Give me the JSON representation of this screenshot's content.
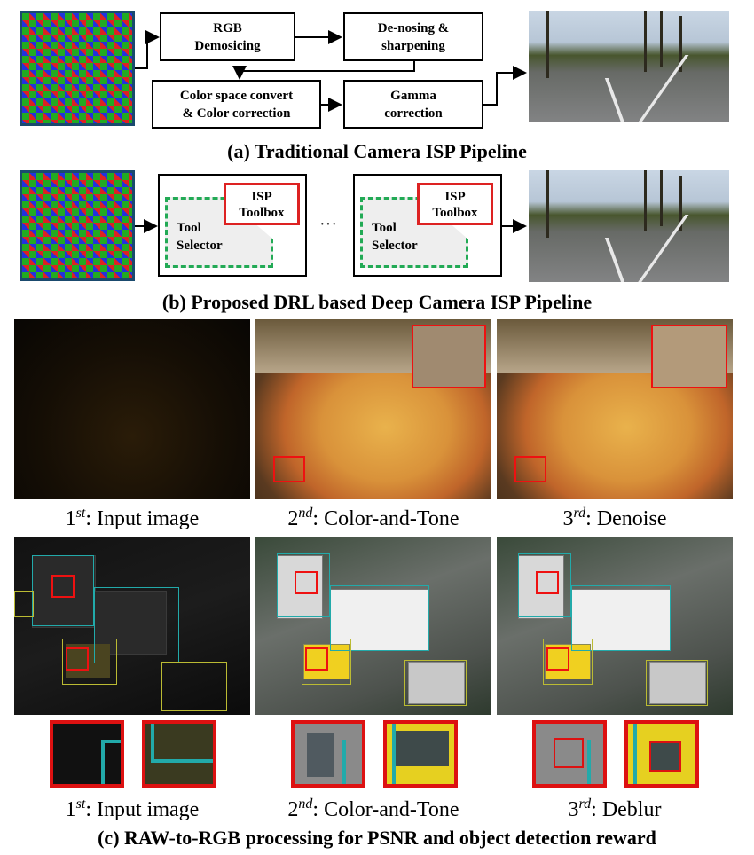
{
  "section_a": {
    "caption": "(a) Traditional Camera ISP Pipeline",
    "boxes": {
      "rgb_demosicing": "RGB\nDemosicing",
      "denoising": "De-nosing &\nsharpening",
      "color_space": "Color space convert\n& Color correction",
      "gamma": "Gamma\ncorrection"
    }
  },
  "section_b": {
    "caption": "(b) Proposed DRL based Deep Camera ISP Pipeline",
    "tool_selector": "Tool\nSelector",
    "isp_toolbox": "ISP\nToolbox",
    "ellipsis": "···"
  },
  "section_c": {
    "caption": "(c) RAW-to-RGB processing for PSNR and object detection reward",
    "row1_labels": [
      {
        "ord": "1",
        "sup": "st",
        "text": ": Input image"
      },
      {
        "ord": "2",
        "sup": "nd",
        "text": ": Color-and-Tone"
      },
      {
        "ord": "3",
        "sup": "rd",
        "text": ": Denoise"
      }
    ],
    "row2_labels": [
      {
        "ord": "1",
        "sup": "st",
        "text": ": Input image"
      },
      {
        "ord": "2",
        "sup": "nd",
        "text": ": Color-and-Tone"
      },
      {
        "ord": "3",
        "sup": "rd",
        "text": ": Deblur"
      }
    ]
  },
  "colors": {
    "red": "#dd2222",
    "green_dashed": "#22aa55",
    "cyan_box": "#22aaaa",
    "yellow_box": "#bbbb33"
  }
}
